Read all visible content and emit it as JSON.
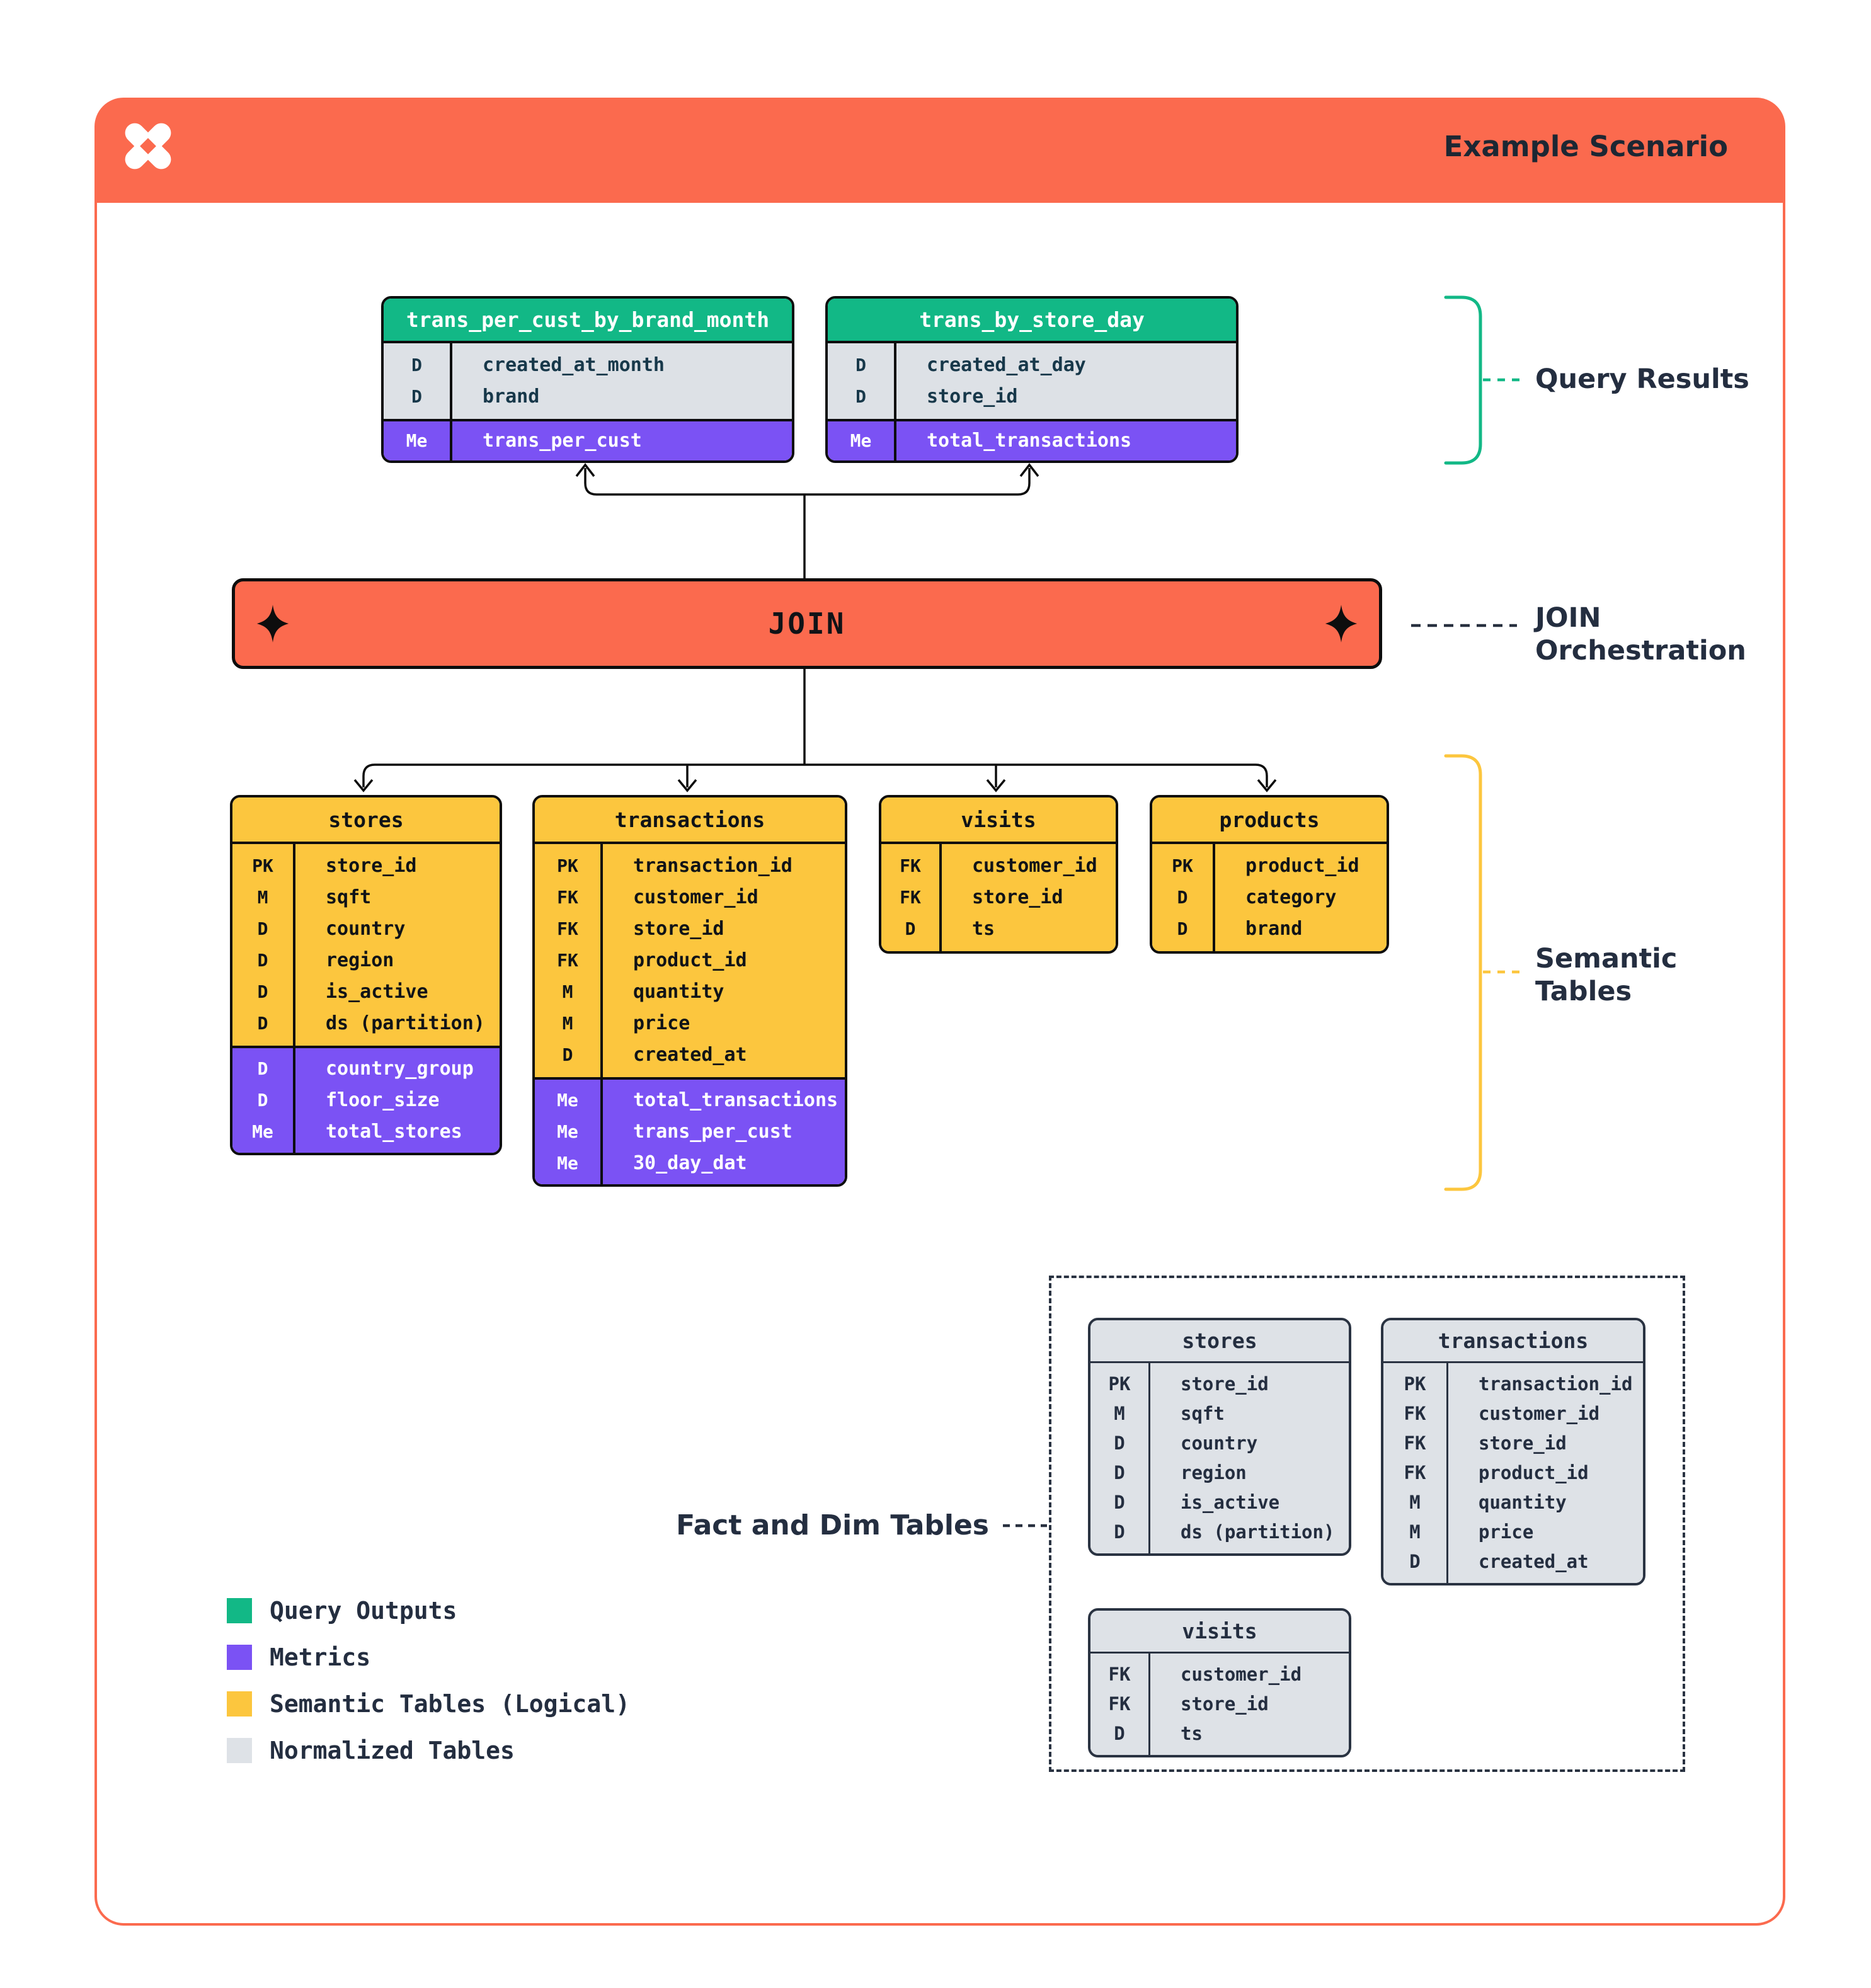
{
  "header": {
    "title": "Example Scenario",
    "logo_icon": "pinwheel-star-icon"
  },
  "colors": {
    "orange": "#fb6a4e",
    "green": "#12b886",
    "purple": "#7b52f4",
    "yellow": "#fcc63e",
    "gray": "#dee2e7",
    "ink": "#0d0d0d",
    "navy": "#242e40"
  },
  "join": {
    "label": "JOIN"
  },
  "annotations": {
    "query_results": "Query Results",
    "join_orchestration": "JOIN Orchestration",
    "semantic_tables": "Semantic Tables",
    "fact_dim": "Fact and Dim Tables"
  },
  "query_tables": [
    {
      "name": "trans_per_cust_by_brand_month",
      "rows": [
        {
          "code": "D",
          "field": "created_at_month"
        },
        {
          "code": "D",
          "field": "brand"
        }
      ],
      "metric_rows": [
        {
          "code": "Me",
          "field": "trans_per_cust"
        }
      ]
    },
    {
      "name": "trans_by_store_day",
      "rows": [
        {
          "code": "D",
          "field": "created_at_day"
        },
        {
          "code": "D",
          "field": "store_id"
        }
      ],
      "metric_rows": [
        {
          "code": "Me",
          "field": "total_transactions"
        }
      ]
    }
  ],
  "semantic_tables": [
    {
      "name": "stores",
      "rows": [
        {
          "code": "PK",
          "field": "store_id"
        },
        {
          "code": "M",
          "field": "sqft"
        },
        {
          "code": "D",
          "field": "country"
        },
        {
          "code": "D",
          "field": "region"
        },
        {
          "code": "D",
          "field": "is_active"
        },
        {
          "code": "D",
          "field": "ds (partition)"
        }
      ],
      "metric_rows": [
        {
          "code": "D",
          "field": "country_group"
        },
        {
          "code": "D",
          "field": "floor_size"
        },
        {
          "code": "Me",
          "field": "total_stores"
        }
      ]
    },
    {
      "name": "transactions",
      "rows": [
        {
          "code": "PK",
          "field": "transaction_id"
        },
        {
          "code": "FK",
          "field": "customer_id"
        },
        {
          "code": "FK",
          "field": "store_id"
        },
        {
          "code": "FK",
          "field": "product_id"
        },
        {
          "code": "M",
          "field": "quantity"
        },
        {
          "code": "M",
          "field": "price"
        },
        {
          "code": "D",
          "field": "created_at"
        }
      ],
      "metric_rows": [
        {
          "code": "Me",
          "field": "total_transactions"
        },
        {
          "code": "Me",
          "field": "trans_per_cust"
        },
        {
          "code": "Me",
          "field": "30_day_dat"
        }
      ]
    },
    {
      "name": "visits",
      "rows": [
        {
          "code": "FK",
          "field": "customer_id"
        },
        {
          "code": "FK",
          "field": "store_id"
        },
        {
          "code": "D",
          "field": "ts"
        }
      ],
      "metric_rows": []
    },
    {
      "name": "products",
      "rows": [
        {
          "code": "PK",
          "field": "product_id"
        },
        {
          "code": "D",
          "field": "category"
        },
        {
          "code": "D",
          "field": "brand"
        }
      ],
      "metric_rows": []
    }
  ],
  "normalized_tables": [
    {
      "name": "stores",
      "rows": [
        {
          "code": "PK",
          "field": "store_id"
        },
        {
          "code": "M",
          "field": "sqft"
        },
        {
          "code": "D",
          "field": "country"
        },
        {
          "code": "D",
          "field": "region"
        },
        {
          "code": "D",
          "field": "is_active"
        },
        {
          "code": "D",
          "field": "ds (partition)"
        }
      ]
    },
    {
      "name": "transactions",
      "rows": [
        {
          "code": "PK",
          "field": "transaction_id"
        },
        {
          "code": "FK",
          "field": "customer_id"
        },
        {
          "code": "FK",
          "field": "store_id"
        },
        {
          "code": "FK",
          "field": "product_id"
        },
        {
          "code": "M",
          "field": "quantity"
        },
        {
          "code": "M",
          "field": "price"
        },
        {
          "code": "D",
          "field": "created_at"
        }
      ]
    },
    {
      "name": "visits",
      "rows": [
        {
          "code": "FK",
          "field": "customer_id"
        },
        {
          "code": "FK",
          "field": "store_id"
        },
        {
          "code": "D",
          "field": "ts"
        }
      ]
    }
  ],
  "legend": [
    {
      "label": "Query Outputs",
      "color": "#12b886"
    },
    {
      "label": "Metrics",
      "color": "#7b52f4"
    },
    {
      "label": "Semantic Tables (Logical)",
      "color": "#fcc63e"
    },
    {
      "label": "Normalized Tables",
      "color": "#dee2e7"
    }
  ]
}
